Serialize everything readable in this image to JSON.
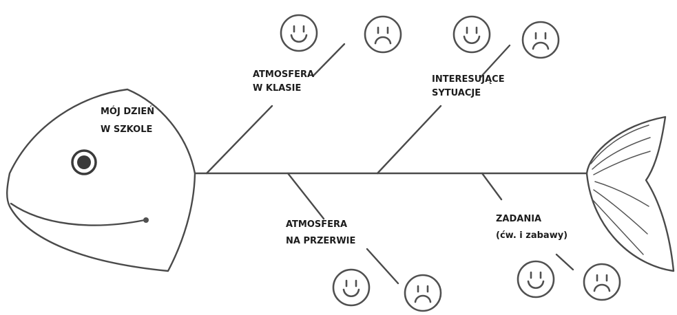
{
  "head_label": [
    "MÓJ DZIEŃ",
    "W  SZKOLE"
  ],
  "bones": [
    {
      "id": "atmosfera-w-klasie",
      "lines": [
        "ATMOSFERA",
        "W KLASIE"
      ]
    },
    {
      "id": "interesujace-sytuacje",
      "lines": [
        "INTERESUJĄCE",
        "SYTUACJE"
      ]
    },
    {
      "id": "atmosfera-na-przerwie",
      "lines": [
        "ATMOSFERA",
        "NA  PRZERWIE"
      ]
    },
    {
      "id": "zadania",
      "lines": [
        "ZADANIA",
        "(ćw. i zabawy)"
      ]
    }
  ],
  "face_icons": [
    "happy-face-icon",
    "sad-face-icon"
  ],
  "colors": {
    "ink": "#4a4a4a",
    "text": "#1c1c1c",
    "eye": "#3a3a3a",
    "background": "#ffffff"
  }
}
